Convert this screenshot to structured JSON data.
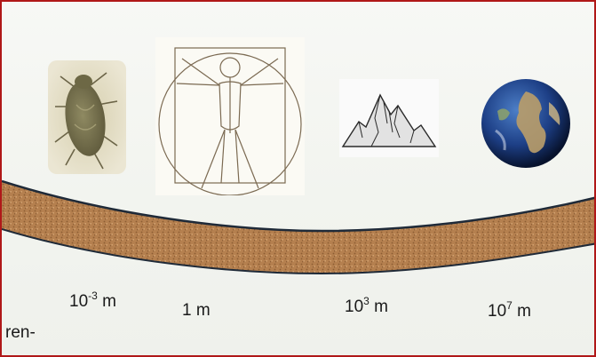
{
  "scale_labels": [
    {
      "base": "10",
      "exponent": "-3",
      "unit": "m"
    },
    {
      "base": "1",
      "exponent": "",
      "unit": "m"
    },
    {
      "base": "10",
      "exponent": "3",
      "unit": "m"
    },
    {
      "base": "10",
      "exponent": "7",
      "unit": "m"
    }
  ],
  "fragment_text": "ren-",
  "icons": [
    "dust-mite-icon",
    "vitruvian-man-icon",
    "mountain-icon",
    "earth-globe-icon"
  ],
  "colors": {
    "frame_border": "#b01818",
    "band_fill": "#b5804f",
    "band_edge": "#1f2a38"
  }
}
